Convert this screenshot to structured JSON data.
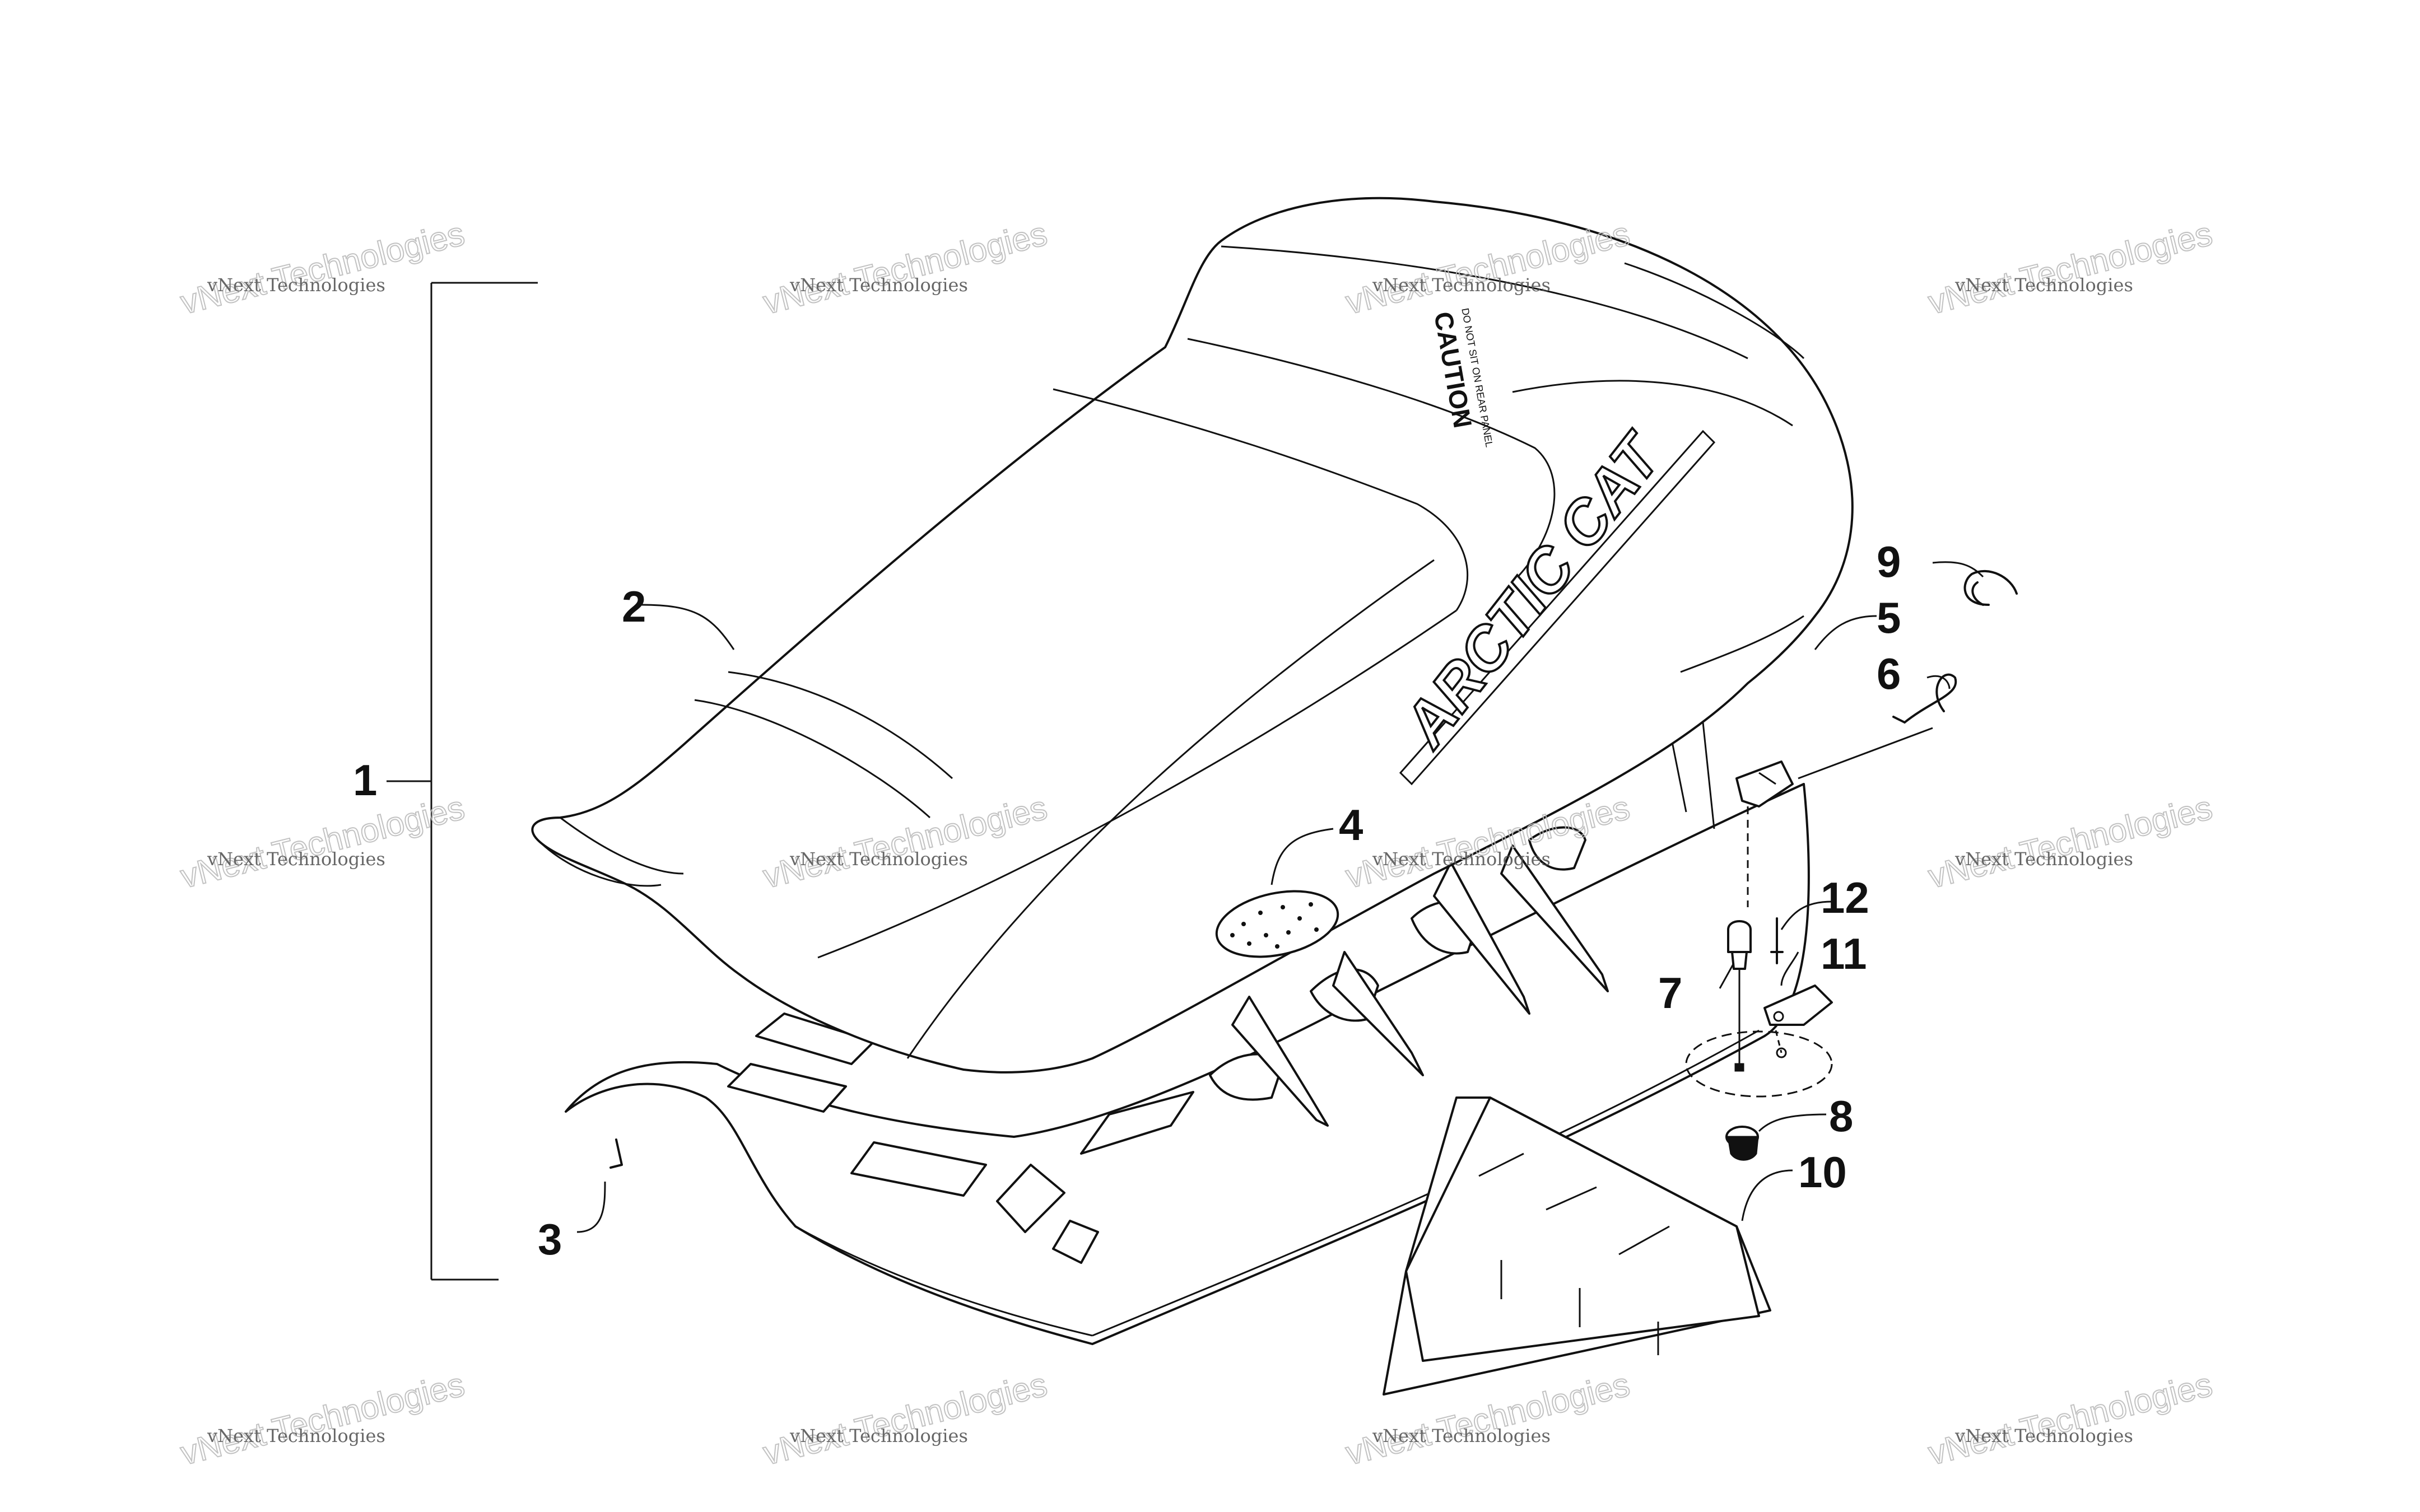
{
  "callouts": [
    "1",
    "2",
    "3",
    "4",
    "5",
    "6",
    "7",
    "8",
    "9",
    "10",
    "11",
    "12"
  ],
  "decals": {
    "brand": "ARCTIC CAT",
    "caution": "CAUTION",
    "caution_small": "DO NOT SIT ON REAR PANEL"
  },
  "watermark": {
    "name": "vNext Technologies",
    "big": "vNext Technologies"
  }
}
